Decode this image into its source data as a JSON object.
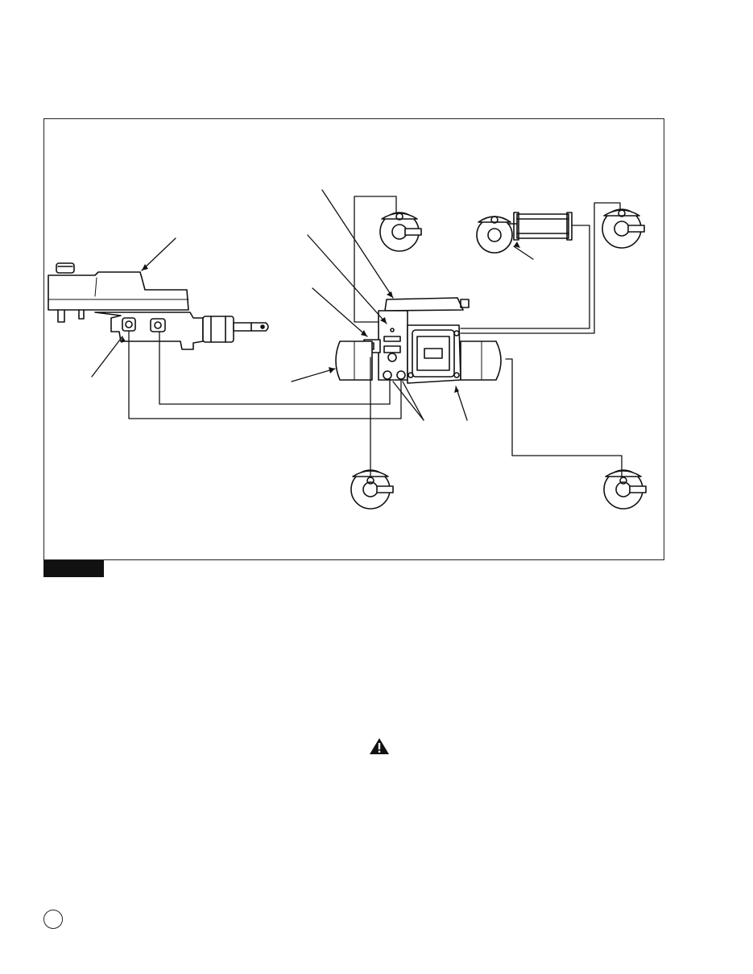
{
  "figure": {
    "components": [
      {
        "id": "master-cylinder-reservoir",
        "icon": "reservoir-icon"
      },
      {
        "id": "master-cylinder",
        "icon": "master-cylinder-icon"
      },
      {
        "id": "hydraulic-control-unit",
        "icon": "control-unit-icon"
      },
      {
        "id": "accumulator-left",
        "icon": "accumulator-icon"
      },
      {
        "id": "accumulator-right",
        "icon": "accumulator-icon"
      },
      {
        "id": "brake-booster-cylinder",
        "icon": "cylinder-icon"
      },
      {
        "id": "wheel-brake",
        "icon": "brake-disc-icon",
        "count": 5
      }
    ],
    "callout_count": 9
  },
  "icons": {
    "warning": "warning-triangle-icon",
    "page_number": "circle-icon"
  },
  "colors": {
    "line": "#111111",
    "label_bar": "#111111",
    "background": "#ffffff"
  }
}
